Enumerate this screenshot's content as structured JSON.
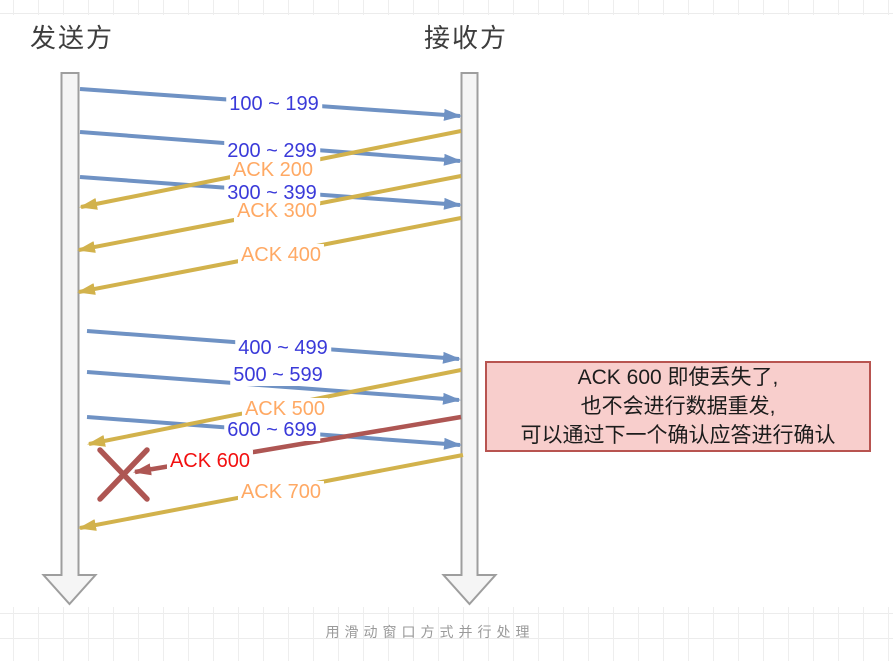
{
  "header": {
    "sender": "发送方",
    "receiver": "接收方"
  },
  "arrows": [
    {
      "label": "100 ~ 199",
      "kind": "data"
    },
    {
      "label": "200 ~ 299",
      "kind": "data"
    },
    {
      "label": "ACK 200",
      "kind": "ack"
    },
    {
      "label": "300 ~ 399",
      "kind": "data"
    },
    {
      "label": "ACK 300",
      "kind": "ack"
    },
    {
      "label": "ACK 400",
      "kind": "ack"
    },
    {
      "label": "400 ~ 499",
      "kind": "data"
    },
    {
      "label": "500 ~ 599",
      "kind": "data"
    },
    {
      "label": "ACK 500",
      "kind": "ack"
    },
    {
      "label": "600 ~ 699",
      "kind": "data"
    },
    {
      "label": "ACK 600",
      "kind": "lost-ack"
    },
    {
      "label": "ACK 700",
      "kind": "ack"
    }
  ],
  "note": {
    "lines": [
      "ACK 600 即使丢失了,",
      "也不会进行数据重发,",
      "可以通过下一个确认应答进行确认"
    ]
  },
  "caption": "用滑动窗口方式并行处理",
  "colors": {
    "data-arrow": "#6f92c4",
    "ack-arrow": "#d2b24c",
    "lost-arrow": "#ae5653",
    "data-label": "#3a3ad9",
    "ack-label": "#ffa964",
    "lost-label": "#f21010",
    "note-bg": "#f8cecc",
    "note-border": "#b85450",
    "lifeline-fill": "#f5f5f5",
    "lifeline-stroke": "#9e9e9e",
    "header-color": "#3d3d3d",
    "caption-color": "#9a9a9a"
  }
}
